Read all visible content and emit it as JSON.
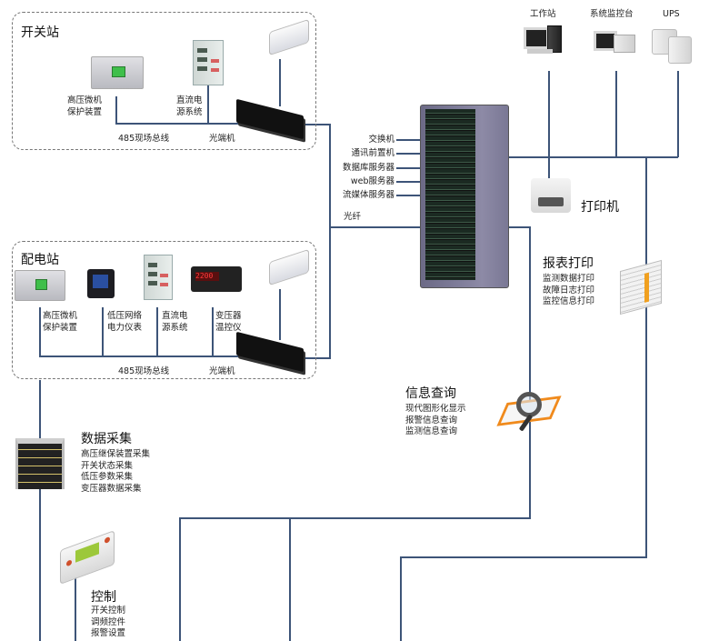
{
  "switch_station": {
    "title": "开关站",
    "devices": [
      {
        "label_lines": [
          "高压微机",
          "保护装置"
        ]
      },
      {
        "label_lines": [
          "直流电",
          "源系统"
        ]
      }
    ],
    "bus_label": "485现场总线",
    "optical_label": "光端机"
  },
  "distribution_station": {
    "title": "配电站",
    "devices": [
      {
        "label_lines": [
          "高压微机",
          "保护装置"
        ]
      },
      {
        "label_lines": [
          "低压网络",
          "电力仪表"
        ]
      },
      {
        "label_lines": [
          "直流电",
          "源系统"
        ]
      },
      {
        "label_lines": [
          "变压器",
          "温控仪"
        ]
      }
    ],
    "bus_label": "485现场总线",
    "optical_label": "光端机"
  },
  "server_rack": {
    "components": [
      "交换机",
      "通讯前置机",
      "数据库服务器",
      "web服务器",
      "流媒体服务器"
    ],
    "fiber_label": "光纤"
  },
  "top_devices": [
    {
      "label": "工作站",
      "icon": "workstation-icon"
    },
    {
      "label": "系统监控台",
      "icon": "monitor-console-icon"
    },
    {
      "label": "UPS",
      "icon": "ups-icon"
    }
  ],
  "printer": {
    "label": "打印机"
  },
  "report_print": {
    "title": "报表打印",
    "items": [
      "监测数据打印",
      "故障日志打印",
      "监控信息打印"
    ]
  },
  "info_query": {
    "title": "信息查询",
    "items": [
      "现代图形化显示",
      "报警信息查询",
      "监测信息查询"
    ]
  },
  "data_collection": {
    "title": "数据采集",
    "items": [
      "高压继保装置采集",
      "开关状态采集",
      "低压参数采集",
      "变压器数据采集"
    ]
  },
  "control": {
    "title": "控制",
    "items": [
      "开关控制",
      "调频控件",
      "报警设置"
    ]
  },
  "colors": {
    "line": "#3d5478",
    "dashed_border": "#777777"
  }
}
